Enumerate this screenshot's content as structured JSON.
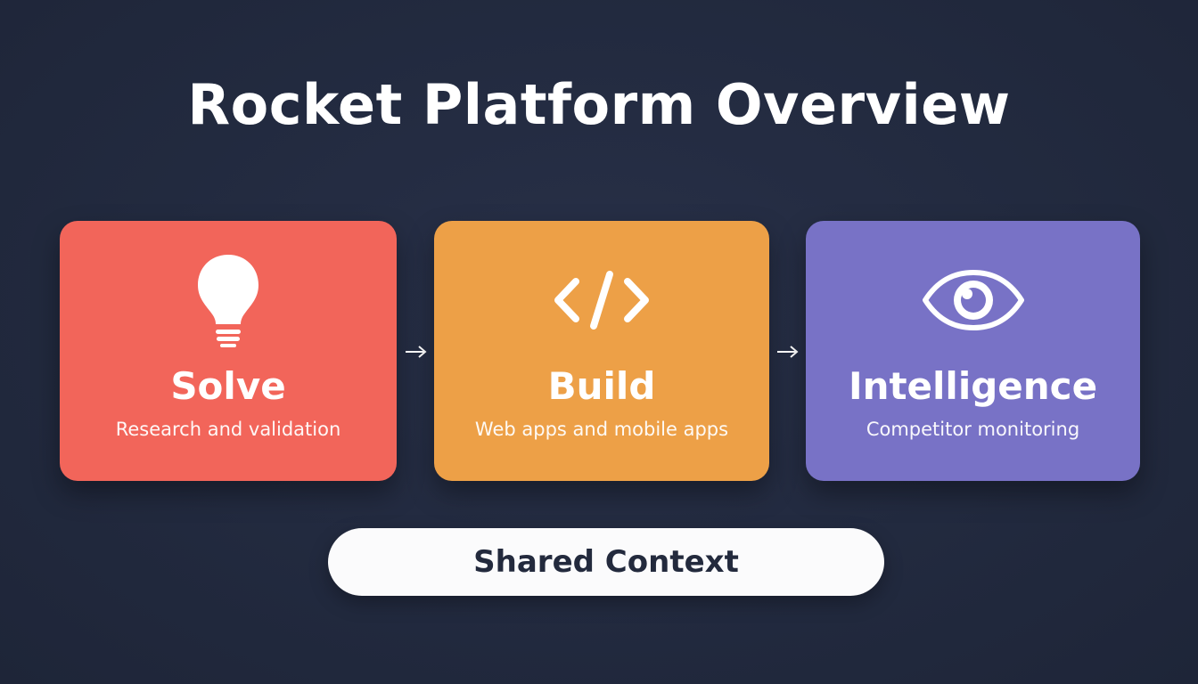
{
  "header": {
    "title": "Rocket Platform Overview"
  },
  "steps": [
    {
      "title": "Solve",
      "subtitle": "Research and validation",
      "icon": "lightbulb-icon",
      "color": "#f2655a"
    },
    {
      "title": "Build",
      "subtitle": "Web apps and mobile apps",
      "icon": "code-brackets-icon",
      "color": "#eda047"
    },
    {
      "title": "Intelligence",
      "subtitle": "Competitor monitoring",
      "icon": "eye-icon",
      "color": "#7872c6"
    }
  ],
  "connectors": {
    "icon": "arrow-right-icon"
  },
  "footer": {
    "label": "Shared Context"
  },
  "colors": {
    "background": "#232a3f",
    "text": "#ffffff",
    "pill_background": "#fbfbfc",
    "pill_text": "#232a3d"
  }
}
